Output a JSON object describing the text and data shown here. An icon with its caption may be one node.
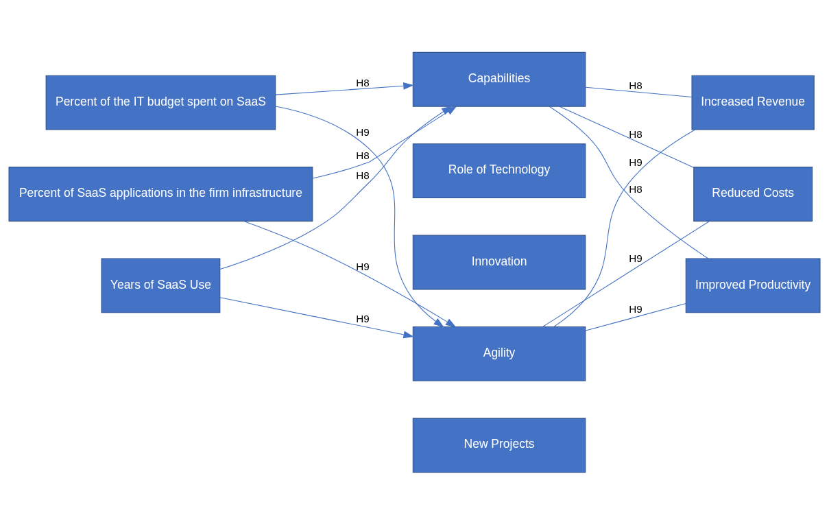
{
  "diagram": {
    "nodes": [
      {
        "text": [
          "Percent of the IT budget spent on SaaS"
        ]
      },
      {
        "text": [
          "Percent of SaaS applications in the firm infrastructure"
        ]
      },
      {
        "text": [
          "Years of SaaS Use"
        ]
      },
      {
        "text": [
          "Capabilities"
        ]
      },
      {
        "text": [
          "Role of Technology"
        ]
      },
      {
        "text": [
          "Innovation"
        ]
      },
      {
        "text": [
          "Agility"
        ]
      },
      {
        "text": [
          "New Projects"
        ]
      },
      {
        "text": [
          "Increased Revenue"
        ]
      },
      {
        "text": [
          "Reduced Costs"
        ]
      },
      {
        "text": [
          "Improved Productivity"
        ]
      }
    ],
    "edges": [
      {
        "from": 0,
        "to": 3,
        "arrow": "to",
        "label": "H8"
      },
      {
        "from": 1,
        "to": 3,
        "arrow": "to",
        "label": "H8"
      },
      {
        "from": 0,
        "to": 6,
        "arrow": "to",
        "label": "H9"
      },
      {
        "from": 2,
        "to": 3,
        "arrow": "to",
        "label": "H8"
      },
      {
        "from": 1,
        "to": 6,
        "arrow": "to",
        "label": "H9"
      },
      {
        "from": 2,
        "to": 6,
        "arrow": "to",
        "label": "H9"
      },
      {
        "from": 3,
        "to": 8,
        "arrow": "none",
        "label": "H8"
      },
      {
        "from": 3,
        "to": 9,
        "arrow": "none",
        "label": "H8"
      },
      {
        "from": 3,
        "to": 10,
        "arrow": "none",
        "label": "H8"
      },
      {
        "from": 6,
        "to": 8,
        "arrow": "none",
        "label": "H9"
      },
      {
        "from": 6,
        "to": 9,
        "arrow": "none",
        "label": "H9"
      },
      {
        "from": 6,
        "to": 10,
        "arrow": "none",
        "label": "H9"
      }
    ]
  }
}
